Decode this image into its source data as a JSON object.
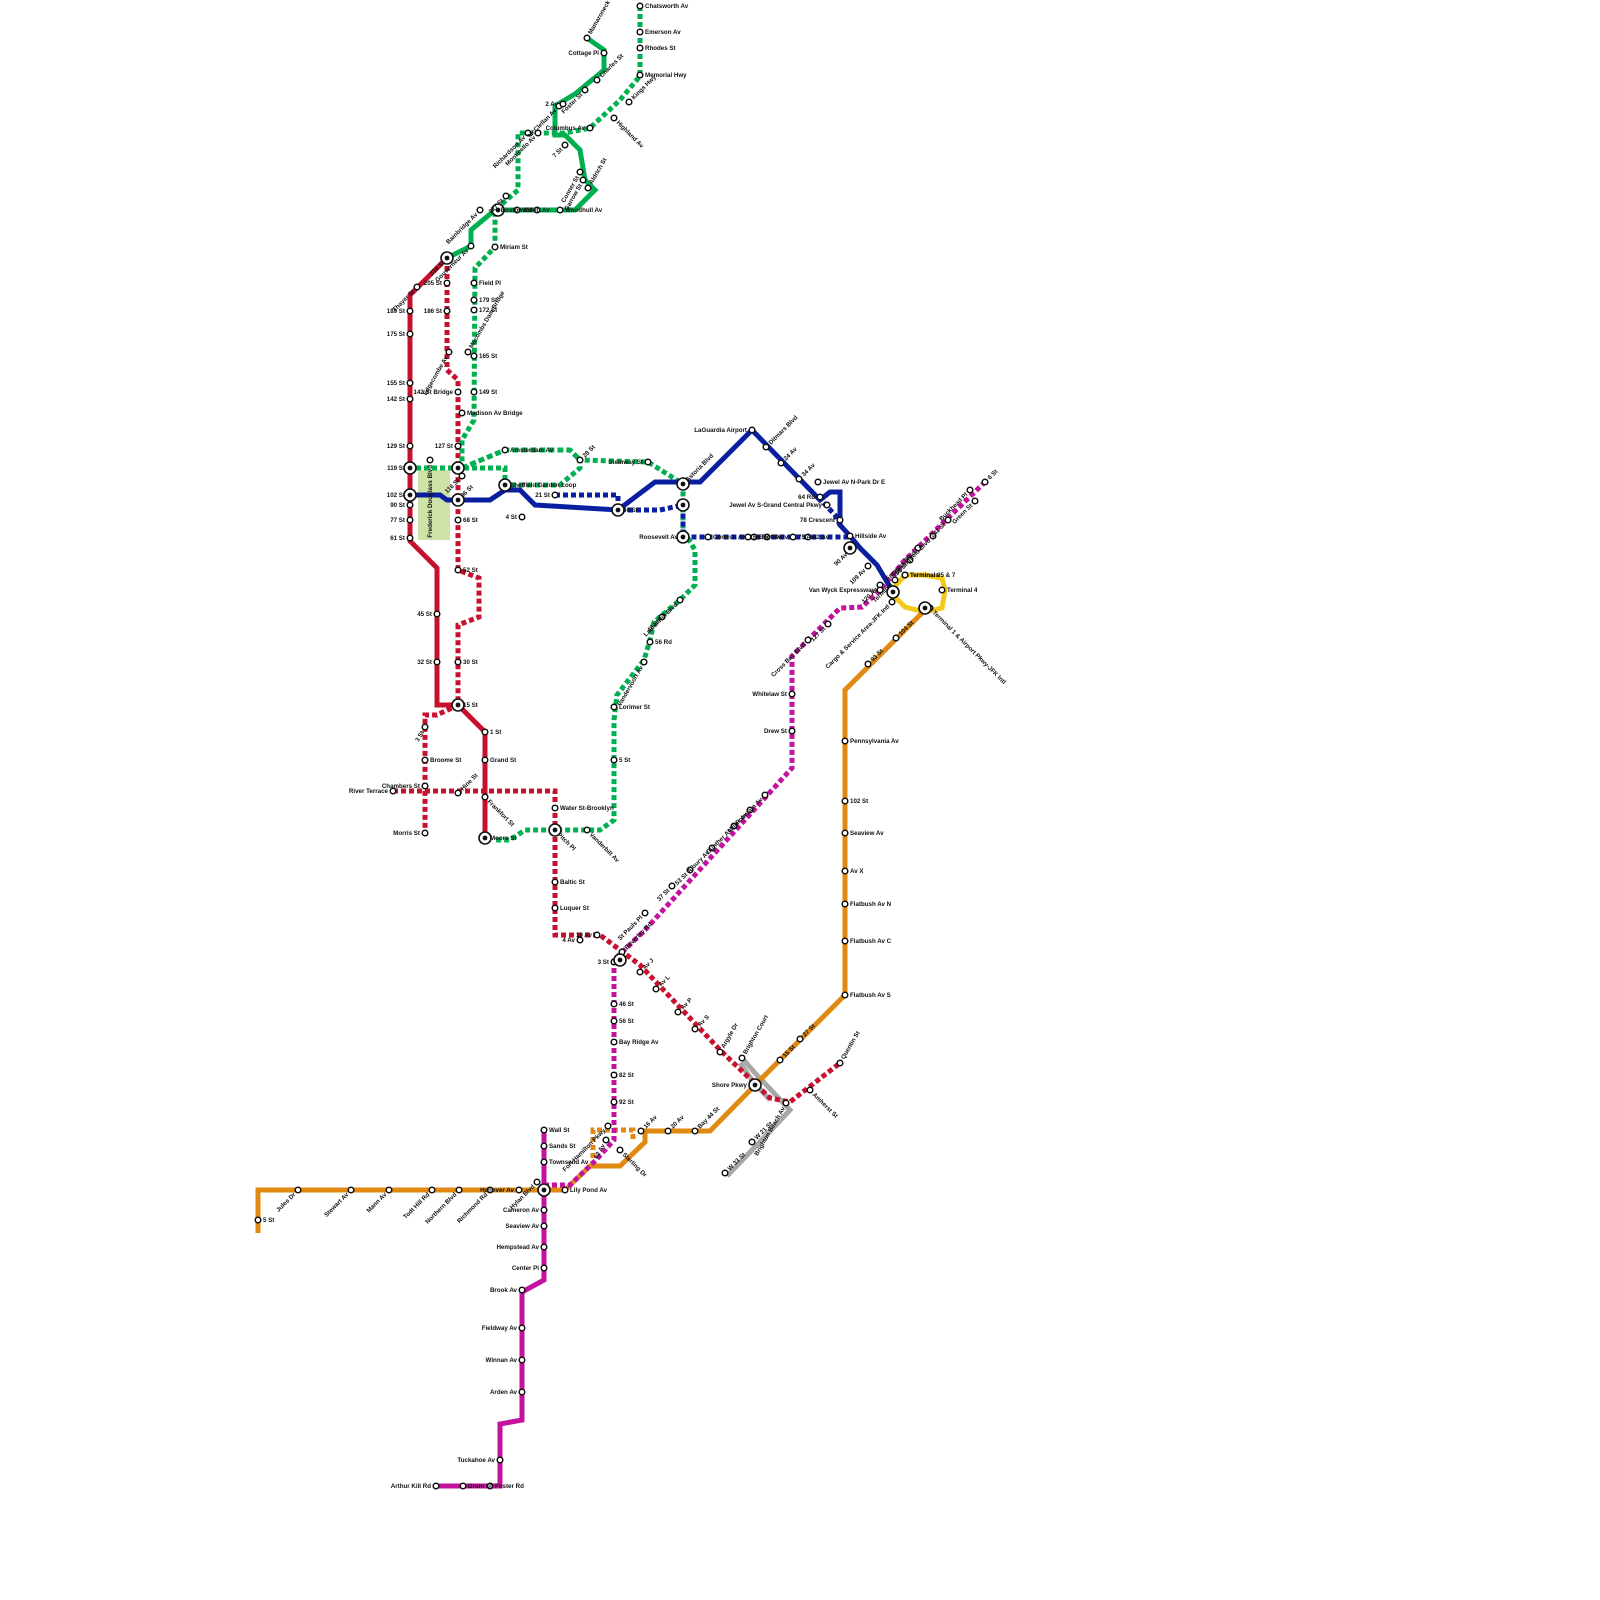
{
  "lines": [
    {
      "id": "green",
      "color": "#00b050"
    },
    {
      "id": "green-planned",
      "color": "#00b050",
      "dashed": true
    },
    {
      "id": "red",
      "color": "#c8102e"
    },
    {
      "id": "red-planned",
      "color": "#c8102e",
      "dashed": true
    },
    {
      "id": "blue",
      "color": "#0a1fa0"
    },
    {
      "id": "blue-planned",
      "color": "#0a1fa0",
      "dashed": true
    },
    {
      "id": "magenta",
      "color": "#c2129e"
    },
    {
      "id": "magenta-planned",
      "color": "#c2129e",
      "dashed": true
    },
    {
      "id": "orange",
      "color": "#e08a12"
    },
    {
      "id": "orange-planned",
      "color": "#e08a12",
      "dashed": true
    },
    {
      "id": "yellow",
      "color": "#f3c91b"
    },
    {
      "id": "gray",
      "color": "#a8a8a8"
    }
  ],
  "park_color": "#cfe3a8",
  "stations": [
    "Chatsworth Av",
    "Emerson Av",
    "Rhodes St",
    "Memorial Hwy",
    "Mamaroneck Dr",
    "Cottage Pl",
    "Foster St",
    "Charles St",
    "McClellan Av",
    "2 Av",
    "Kings Hwy",
    "Highland Av",
    "Columbus Av",
    "Monticello Av",
    "Richardson Av",
    "7 St",
    "Conner St",
    "Garrow St",
    "Aldrich St",
    "Boston Rd",
    "Willett Av",
    "Woodhull Av",
    "Bainbridge Av",
    "227 St",
    "Gouverneur Av",
    "216 St",
    "Miriam St",
    "Thayer St",
    "205 St",
    "Field Pl",
    "179 St",
    "172 St",
    "189 St",
    "186 St",
    "175 St",
    "Macombs Dam Bridge",
    "165 St",
    "155 St",
    "142 St",
    "Edgecombe Av",
    "142 St Bridge",
    "149 St",
    "Madison Av Bridge",
    "129 St",
    "127 St",
    "Frederick Douglass Blvd",
    "119 St",
    "116 St",
    "Amsterdam Av",
    "28 St",
    "Steinway St",
    "Astoria Blvd",
    "Sheffield Garden Loop",
    "21 St",
    "102 St",
    "90 St",
    "77 St",
    "61 St",
    "96 St",
    "68 St",
    "4 St",
    "46 St",
    "LaGuardia Airport",
    "Ditmars Blvd",
    "24 Av",
    "34 Av",
    "Jewel Av N-Park Dr E",
    "64 Rd",
    "Jewel Av S-Grand Central Pkwy",
    "78 Crescent",
    "Hillside Av",
    "Roosevelt Av",
    "Cornish Av",
    "65 Rd",
    "75 Av",
    "82 Av",
    "Eliot Av",
    "70 Av",
    "90 Av",
    "109 Av",
    "120 Av",
    "Terminals 5 & 7",
    "Terminal 8",
    "Terminal 4",
    "Terminal 1 & Airport Pkwy-JFK Intl",
    "Van Wyck Expressway",
    "Cargo & Service Area-JFK Intl",
    "Laurel Hill Blvd",
    "48 St",
    "56 Rd",
    "Vandervoort Av",
    "Lorimer St",
    "5 St",
    "Water St-Brooklyn",
    "Pitch Pl",
    "Vanderbilt Av",
    "52 St",
    "45 St",
    "32 St",
    "30 St",
    "15 St",
    "3 St",
    "1 St",
    "Broome St",
    "Grand St",
    "Chambers St",
    "River Terrace",
    "Hine St",
    "Frankfort St",
    "Morris St",
    "Moore St",
    "Baltic St",
    "Luquer St",
    "10 Av",
    "4 Av",
    "3 St",
    "Beverley Rd",
    "Av J",
    "Av L",
    "Av P",
    "Av S",
    "Argyle Dr",
    "Brighton Court",
    "Shore Pkwy",
    "15 St",
    "27 St",
    "Brighton Beach Av",
    "W 21 St",
    "W 33 St",
    "Quentin St",
    "Amherst St",
    "Buckhead Pl",
    "6 St",
    "Green St",
    "242 St",
    "Springfield Blvd",
    "Farmers Blvd",
    "156 St",
    "Terminal",
    "127 St",
    "104 St",
    "93 St",
    "Cross Bay Blvd",
    "Whitelaw St",
    "Drew St",
    "Pennsylvania Av",
    "102 St",
    "Seaview Av",
    "Av X",
    "Flatbush Av N",
    "Flatbush Av C",
    "Flatbush Av S",
    "Fountain Av",
    "Miller Av",
    "Gunther Av",
    "Albury Av",
    "53 St",
    "37 St",
    "St Pauls Pl",
    "46 St",
    "56 St",
    "Bay Ridge Av",
    "82 St",
    "92 St",
    "Fort Hamilton Pkwy",
    "Sterling Dr",
    "62 Av",
    "16 Av",
    "20 Av",
    "Bay 44 St",
    "Wall St",
    "Sands St",
    "Townsend Av",
    "Hylan Blvd",
    "Hanover Av",
    "Lily Pond Av",
    "Cameron Av",
    "Seaview Av",
    "Hempstead Av",
    "Center Pl",
    "Brook Av",
    "Fieldway Av",
    "Winnan Av",
    "Arden Av",
    "Tuckahoe Av",
    "Arthur Kill Rd",
    "Drum St",
    "Foster Rd",
    "Jules Dr",
    "Stewart Av",
    "Mann Av",
    "Todt Hill Rd",
    "Northern Blvd",
    "Richmond Rd",
    "5 St"
  ]
}
